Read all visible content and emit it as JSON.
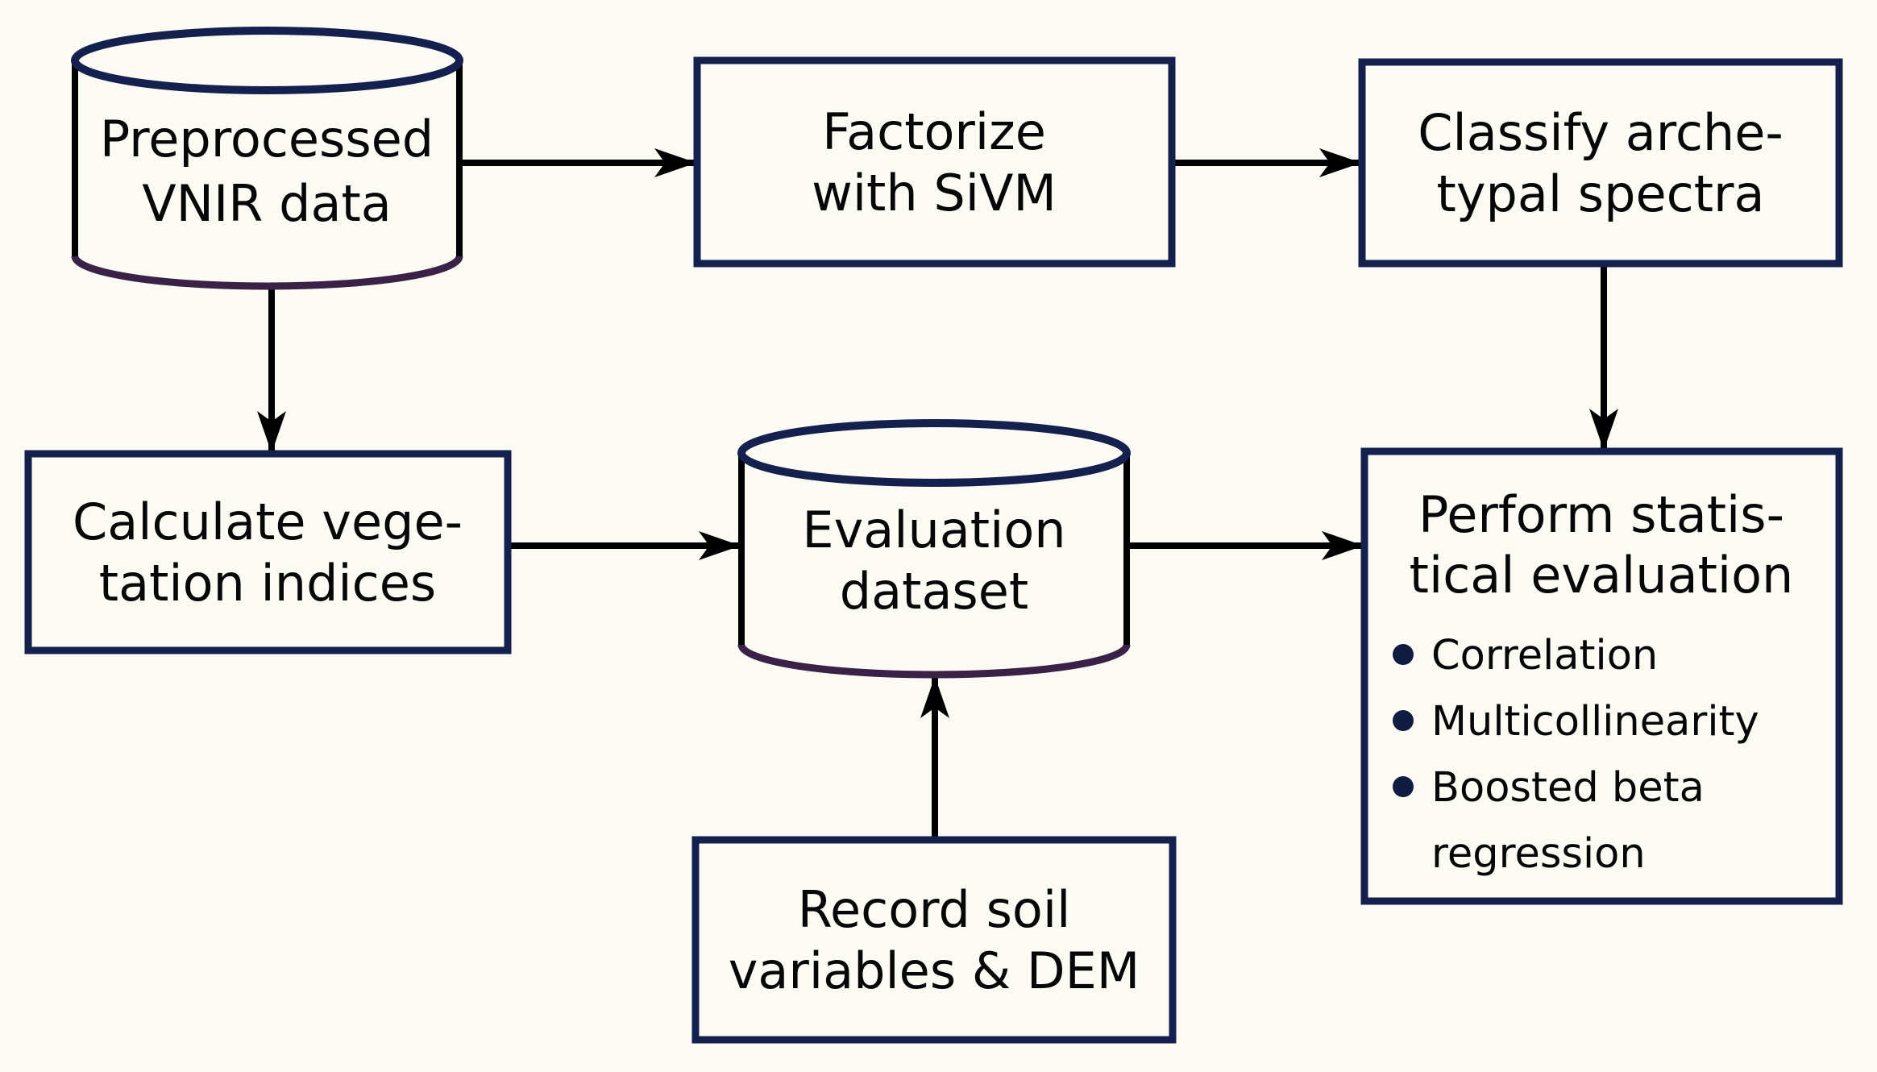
{
  "diagram": {
    "type": "flowchart",
    "colors": {
      "background": "#fbfbf4",
      "box_border_navy": "#14204e",
      "cylinder_top_navy": "#14204e",
      "cylinder_bottom_purple": "#3a2148",
      "arrow_black": "#000000",
      "text": "#070707"
    },
    "nodes": {
      "vnir": {
        "shape": "datastore-cylinder",
        "lines": [
          "Preprocessed",
          "VNIR data"
        ]
      },
      "factorize": {
        "shape": "process-box",
        "lines": [
          "Factorize",
          "with SiVM"
        ]
      },
      "classify": {
        "shape": "process-box",
        "lines": [
          "Classify arche-",
          "typal spectra"
        ]
      },
      "calculate": {
        "shape": "process-box",
        "lines": [
          "Calculate vege-",
          "tation indices"
        ]
      },
      "evaluation": {
        "shape": "datastore-cylinder",
        "lines": [
          "Evaluation",
          "dataset"
        ]
      },
      "perform": {
        "shape": "process-box",
        "lines": [
          "Perform statis-",
          "tical evaluation"
        ],
        "bullets": [
          [
            "Correlation"
          ],
          [
            "Multicollinearity"
          ],
          [
            "Boosted beta",
            "regression"
          ]
        ]
      },
      "record": {
        "shape": "process-box",
        "lines": [
          "Record soil",
          "variables & DEM"
        ]
      }
    },
    "edges": [
      {
        "from": "vnir",
        "to": "factorize"
      },
      {
        "from": "factorize",
        "to": "classify"
      },
      {
        "from": "classify",
        "to": "perform"
      },
      {
        "from": "vnir",
        "to": "calculate"
      },
      {
        "from": "calculate",
        "to": "evaluation"
      },
      {
        "from": "evaluation",
        "to": "perform"
      },
      {
        "from": "record",
        "to": "evaluation"
      }
    ]
  }
}
